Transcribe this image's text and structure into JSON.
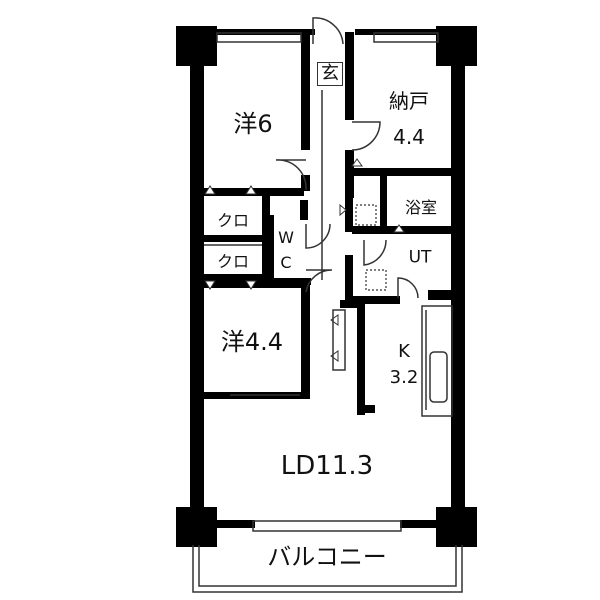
{
  "floorplan": {
    "rooms": {
      "western_6": "洋6",
      "entrance": "玄",
      "storage_name": "納戸",
      "storage_size": "4.4",
      "closet_upper": "クロ",
      "closet_lower": "クロ",
      "wc_w": "W",
      "wc_c": "C",
      "bath": "浴室",
      "utility": "UT",
      "western_44": "洋4.4",
      "kitchen_name": "K",
      "kitchen_size": "3.2",
      "living_dining": "LD11.3",
      "balcony": "バルコニー"
    },
    "colors": {
      "wall": "#000000",
      "line": "#333333",
      "background": "#ffffff"
    }
  }
}
